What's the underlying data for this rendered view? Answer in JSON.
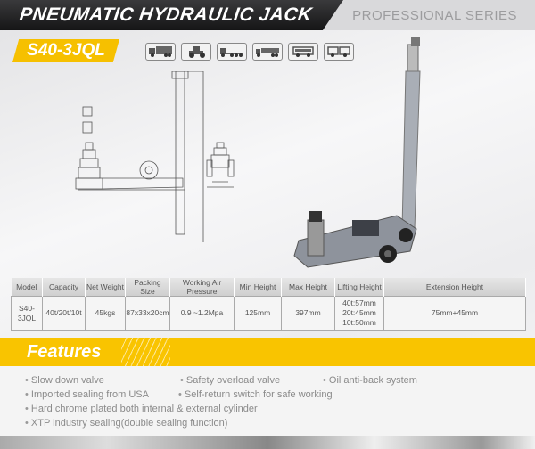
{
  "header": {
    "title": "PNEUMATIC HYDRAULIC JACK",
    "series": "PROFESSIONAL SERIES"
  },
  "model_badge": "S40-3JQL",
  "vehicle_icons": [
    "truck-icon",
    "tractor-icon",
    "flatbed-trailer-icon",
    "long-truck-icon",
    "bus-icon",
    "articulated-bus-icon"
  ],
  "table": {
    "headers": [
      "Model",
      "Capacity",
      "Net Weight",
      "Packing Size",
      "Working Air Pressure",
      "Min Height",
      "Max Height",
      "Lifting Height",
      "Extension Height"
    ],
    "row": [
      "S40-3JQL",
      "40t/20t/10t",
      "45kgs",
      "87x33x20cm",
      "0.9 ~1.2Mpa",
      "125mm",
      "397mm",
      [
        "40t:57mm",
        "20t:45mm",
        "10t:50mm"
      ],
      "75mm+45mm"
    ]
  },
  "features": {
    "title": "Features",
    "items": [
      "Slow down valve",
      "Safety overload valve",
      "Oil anti-back system",
      "Imported sealing from USA",
      "Self-return switch for safe working",
      "Hard chrome plated both internal & external cylinder",
      "XTP industry sealing(double sealing function)"
    ]
  },
  "colors": {
    "accent": "#f9c400",
    "header_dark": "#1e1e1f"
  }
}
